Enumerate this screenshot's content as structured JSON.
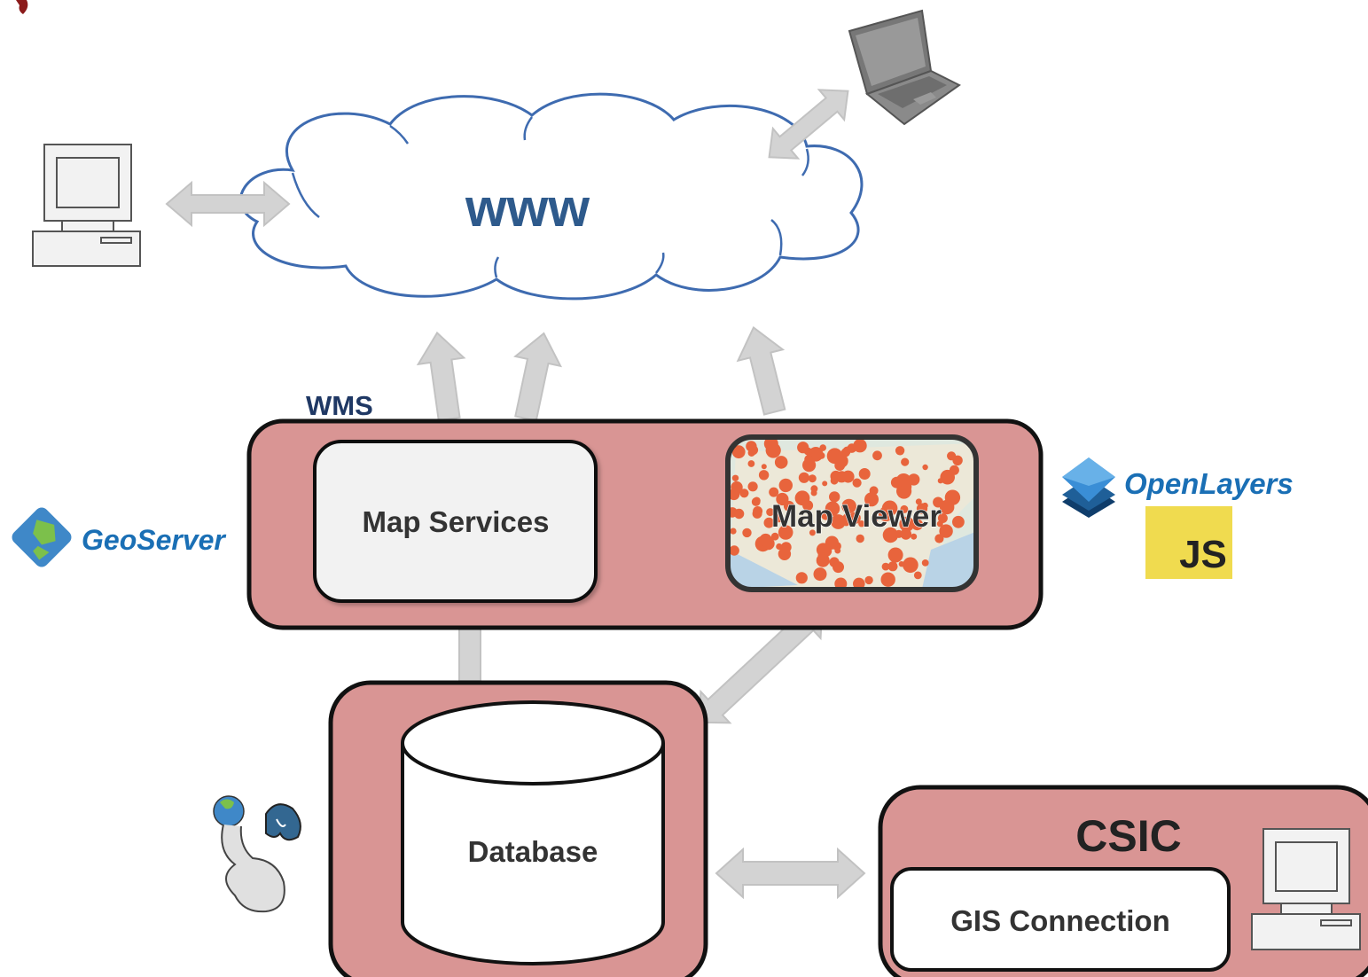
{
  "cloud": {
    "label": "www"
  },
  "server_box": {
    "protocol_label": "WMS",
    "map_services_label": "Map Services",
    "map_viewer_label": "Map Viewer"
  },
  "database": {
    "label": "Database"
  },
  "csic": {
    "title": "CSIC",
    "gis_label": "GIS Connection"
  },
  "logos": {
    "geoserver": "GeoServer",
    "openlayers": "OpenLayers",
    "js": "JS"
  },
  "icons": {
    "desktop_left": "desktop-computer-icon",
    "laptop": "laptop-icon",
    "desktop_csic": "desktop-computer-icon",
    "postgis": "postgis-elephant-icon"
  },
  "colors": {
    "box_fill": "#d99594",
    "cloud_stroke": "#3e6bb0",
    "label_blue": "#2e5a8c",
    "arrow_fill": "#d3d3d3",
    "inner_box_fill": "#f2f2f2",
    "logo_blue": "#1a6fb5",
    "js_yellow": "#f0db4f",
    "map_dot": "#e8643c"
  }
}
